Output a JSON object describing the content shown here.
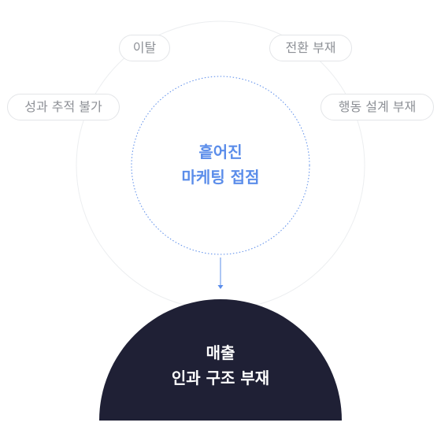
{
  "pills": [
    {
      "label": "이탈"
    },
    {
      "label": "전환 부재"
    },
    {
      "label": "성과 추적 불가"
    },
    {
      "label": "행동 설계 부재"
    }
  ],
  "center": {
    "line1": "흩어진",
    "line2": "마케팅 접점"
  },
  "bottom": {
    "line1": "매출",
    "line2": "인과 구조 부재"
  },
  "colors": {
    "accent": "#5b8dea",
    "dark": "#1f2035",
    "pill_text": "#8d9096",
    "outer_ring": "#eceef0"
  }
}
